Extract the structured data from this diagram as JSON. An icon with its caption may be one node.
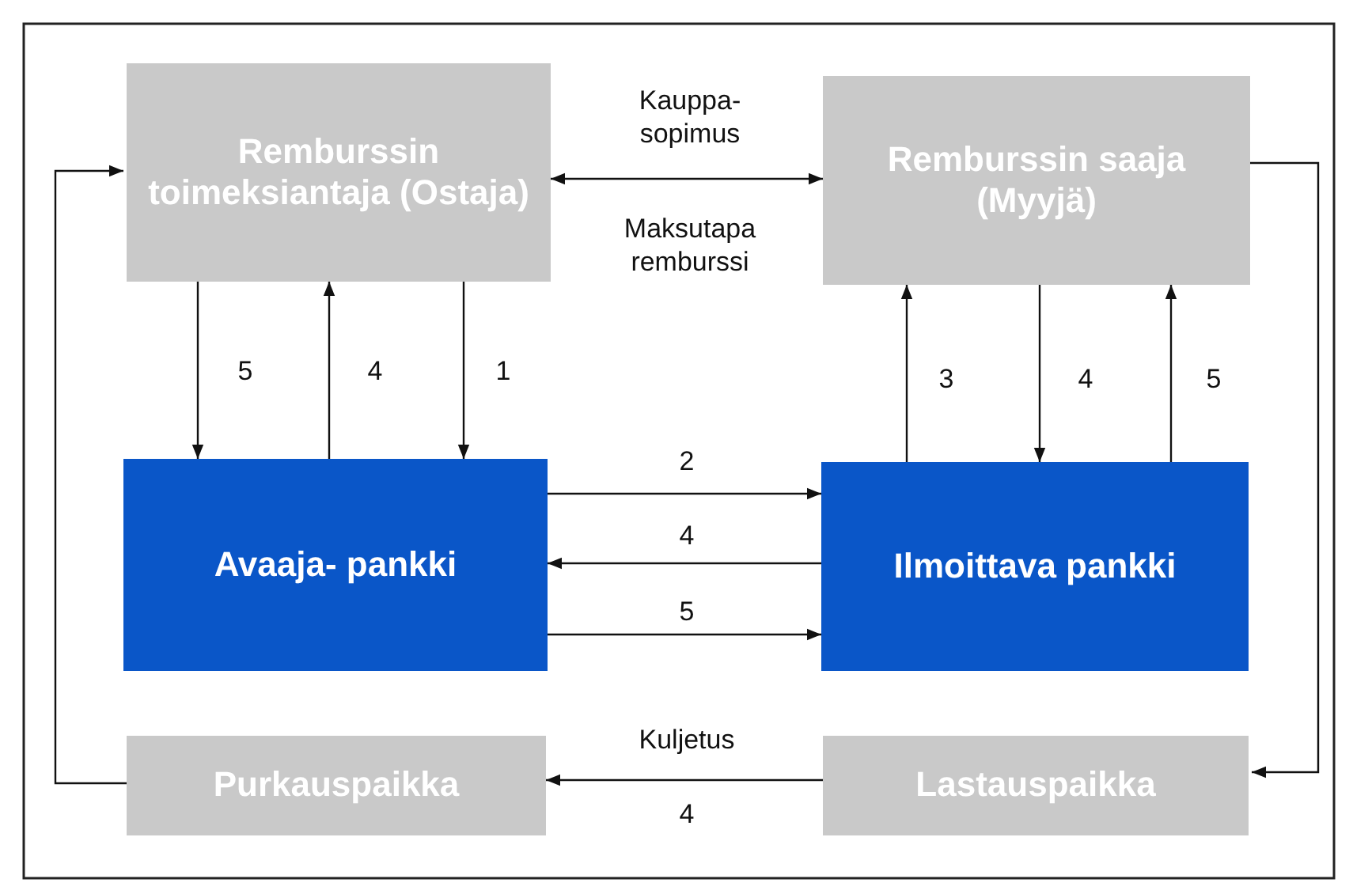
{
  "diagram": {
    "nodes": [
      {
        "text": [
          "Remburssin toimeksiantaja (Ostaja)"
        ]
      },
      {
        "text": [
          "Remburssin saaja (Myyjä)"
        ]
      },
      {
        "text": [
          "Avaaja- pankki"
        ]
      },
      {
        "text": [
          "Ilmoittava pankki"
        ]
      },
      {
        "text": [
          "Purkauspaikka"
        ]
      },
      {
        "text": [
          "Lastauspaikka"
        ]
      }
    ],
    "edges": [
      {
        "from": 0,
        "to": 1,
        "arrow": "both",
        "label": "Kauppa- sopimus"
      },
      {
        "from": 0,
        "to": 2,
        "arrow": "to",
        "label": "5"
      },
      {
        "from": 2,
        "to": 0,
        "arrow": "to",
        "label": "4"
      },
      {
        "from": 0,
        "to": 2,
        "arrow": "to",
        "label": "1"
      },
      {
        "from": 3,
        "to": 1,
        "arrow": "to",
        "label": "3"
      },
      {
        "from": 1,
        "to": 3,
        "arrow": "to",
        "label": "4"
      },
      {
        "from": 3,
        "to": 1,
        "arrow": "to",
        "label": "5"
      },
      {
        "from": 2,
        "to": 3,
        "arrow": "to",
        "label": "2"
      },
      {
        "from": 3,
        "to": 2,
        "arrow": "to",
        "label": "4"
      },
      {
        "from": 2,
        "to": 3,
        "arrow": "to",
        "label": "5"
      },
      {
        "from": 5,
        "to": 4,
        "arrow": "to",
        "label": "Kuljetus"
      },
      {
        "from": 1,
        "to": 5,
        "arrow": "to"
      },
      {
        "from": 4,
        "to": 0,
        "arrow": "to"
      }
    ],
    "labels": [
      "Maksutapa remburssi",
      "4"
    ]
  }
}
